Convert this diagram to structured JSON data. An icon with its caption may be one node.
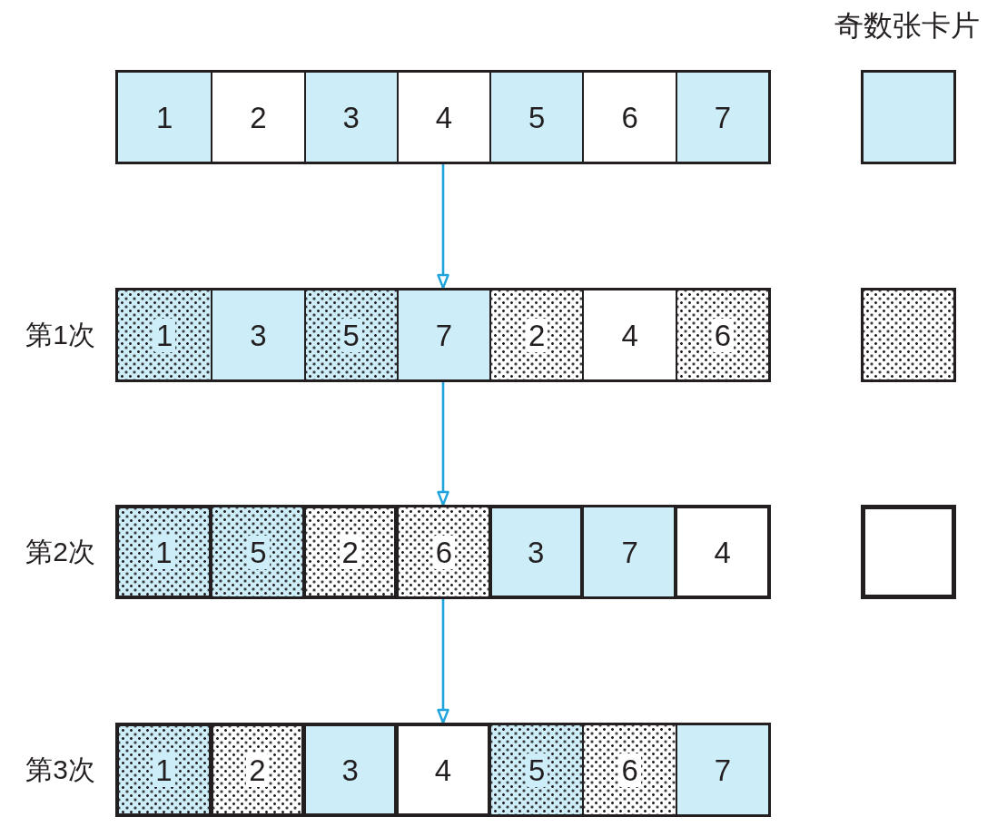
{
  "diagram": {
    "nodes": [
      {
        "text": [],
        "shape": "box"
      },
      {
        "text": [
          "1"
        ],
        "in": 0
      },
      {
        "text": [
          "2"
        ],
        "in": 0
      },
      {
        "text": [
          "3"
        ],
        "in": 0
      },
      {
        "text": [
          "4"
        ],
        "in": 0
      },
      {
        "text": [
          "5"
        ],
        "in": 0
      },
      {
        "text": [
          "6"
        ],
        "in": 0
      },
      {
        "text": [
          "7"
        ],
        "in": 0
      },
      {
        "text": [],
        "shape": "box",
        "beside": [
          "第1次"
        ]
      },
      {
        "text": [
          "1"
        ],
        "in": 8
      },
      {
        "text": [
          "3"
        ],
        "in": 8
      },
      {
        "text": [
          "5"
        ],
        "in": 8
      },
      {
        "text": [
          "7"
        ],
        "in": 8
      },
      {
        "text": [
          "2"
        ],
        "in": 8
      },
      {
        "text": [
          "4"
        ],
        "in": 8
      },
      {
        "text": [
          "6"
        ],
        "in": 8
      },
      {
        "text": [],
        "shape": "box",
        "beside": [
          "第2次"
        ]
      },
      {
        "text": [
          "1"
        ],
        "in": 16
      },
      {
        "text": [
          "5"
        ],
        "in": 16
      },
      {
        "text": [
          "2"
        ],
        "in": 16
      },
      {
        "text": [
          "6"
        ],
        "in": 16
      },
      {
        "text": [
          "3"
        ],
        "in": 16
      },
      {
        "text": [
          "7"
        ],
        "in": 16
      },
      {
        "text": [
          "4"
        ],
        "in": 16
      },
      {
        "text": [],
        "shape": "box",
        "beside": [
          "第3次"
        ]
      },
      {
        "text": [
          "1"
        ],
        "in": 24
      },
      {
        "text": [
          "2"
        ],
        "in": 24
      },
      {
        "text": [
          "3"
        ],
        "in": 24
      },
      {
        "text": [
          "4"
        ],
        "in": 24
      },
      {
        "text": [
          "5"
        ],
        "in": 24
      },
      {
        "text": [
          "6"
        ],
        "in": 24
      },
      {
        "text": [
          "7"
        ],
        "in": 24
      },
      {
        "text": [],
        "shape": "box"
      },
      {
        "text": [],
        "shape": "box"
      },
      {
        "text": [],
        "shape": "box"
      }
    ],
    "edges": [
      {
        "from": 0,
        "to": 8,
        "arrow": "to"
      },
      {
        "from": 8,
        "to": 16,
        "arrow": "to"
      },
      {
        "from": 16,
        "to": 24,
        "arrow": "to"
      }
    ],
    "labels": [
      "奇数张卡片"
    ]
  }
}
